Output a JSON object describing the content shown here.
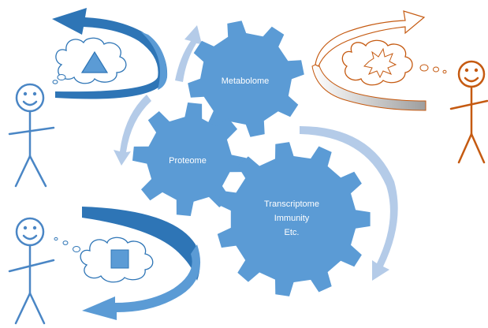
{
  "gears": {
    "metabolome": "Metabolome",
    "proteome": "Proteome",
    "transcriptome": {
      "line1": "Transcriptome",
      "line2": "Immunity",
      "line3": "Etc."
    }
  },
  "colors": {
    "gear_fill": "#5b9bd5",
    "cycle_arrow": "#b4cbe8",
    "person_blue": "#4a86c5",
    "person_orange": "#c55a11",
    "arrow_dark_blue": "#2e75b6",
    "arrow_light_blue": "#5b9bd5",
    "arrow_gray": "#a6a6a6"
  },
  "icons": {
    "person_top_left": "stick-figure-smiling",
    "person_bottom_left": "stick-figure-smiling",
    "person_right": "stick-figure-smiling",
    "thought_top_left": "thought-cloud-triangle",
    "thought_bottom_left": "thought-cloud-square",
    "thought_right": "thought-cloud-explosion"
  }
}
